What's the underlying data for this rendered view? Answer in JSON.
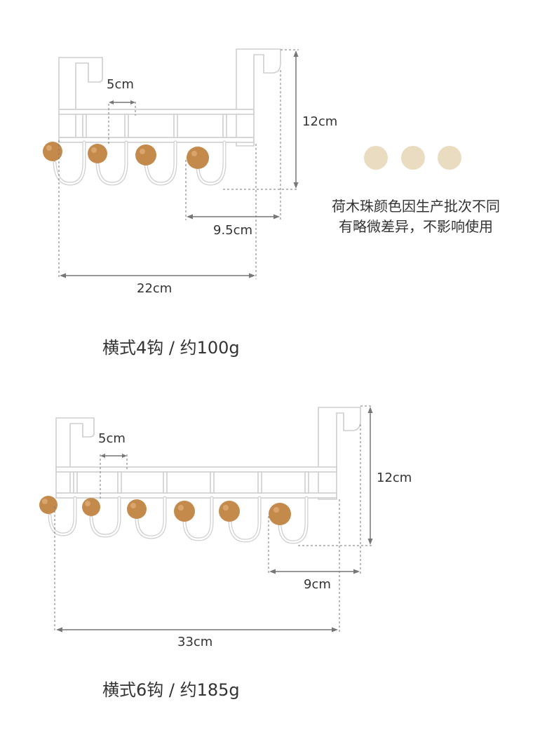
{
  "products": [
    {
      "caption": "横式4钩 / 约100g",
      "hook_count": 4,
      "dimensions": {
        "spacing": "5cm",
        "height": "12cm",
        "depth": "9.5cm",
        "width": "22cm"
      }
    },
    {
      "caption": "横式6钩 / 约185g",
      "hook_count": 6,
      "dimensions": {
        "spacing": "5cm",
        "height": "12cm",
        "depth": "9cm",
        "width": "33cm"
      }
    }
  ],
  "bead_note": {
    "line1": "荷木珠颜色因生产批次不同",
    "line2": "有略微差异，不影响使用"
  },
  "colors": {
    "wood": "#c48a4c",
    "wood_sample": "#e9dcc1",
    "rack": "#ffffff",
    "outline": "#cfcfcf",
    "dimension_line": "#777777",
    "text": "#333333"
  }
}
